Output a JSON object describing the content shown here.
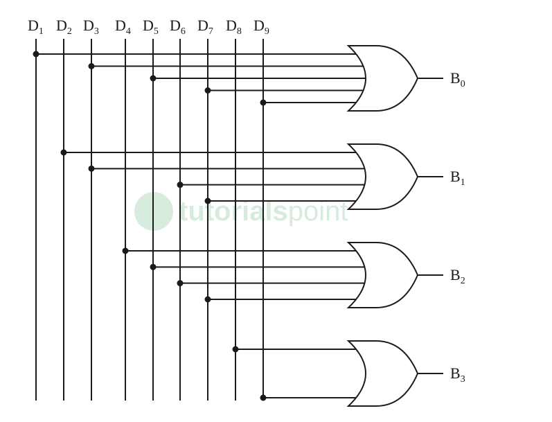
{
  "inputs": [
    {
      "letter": "D",
      "sub": "1"
    },
    {
      "letter": "D",
      "sub": "2"
    },
    {
      "letter": "D",
      "sub": "3"
    },
    {
      "letter": "D",
      "sub": "4"
    },
    {
      "letter": "D",
      "sub": "5"
    },
    {
      "letter": "D",
      "sub": "6"
    },
    {
      "letter": "D",
      "sub": "7"
    },
    {
      "letter": "D",
      "sub": "8"
    },
    {
      "letter": "D",
      "sub": "9"
    }
  ],
  "outputs": [
    {
      "letter": "B",
      "sub": "0",
      "gate": "OR",
      "connected_inputs": [
        "D1",
        "D3",
        "D5",
        "D7",
        "D9"
      ]
    },
    {
      "letter": "B",
      "sub": "1",
      "gate": "OR",
      "connected_inputs": [
        "D2",
        "D3",
        "D6",
        "D7"
      ]
    },
    {
      "letter": "B",
      "sub": "2",
      "gate": "OR",
      "connected_inputs": [
        "D4",
        "D5",
        "D6",
        "D7"
      ]
    },
    {
      "letter": "B",
      "sub": "3",
      "gate": "OR",
      "connected_inputs": [
        "D8",
        "D9"
      ]
    }
  ],
  "watermark": {
    "bold": "tutorials",
    "thin": "point",
    "color": "#b7dcc0"
  },
  "colors": {
    "line": "#1a1a1a",
    "background": "#ffffff"
  }
}
